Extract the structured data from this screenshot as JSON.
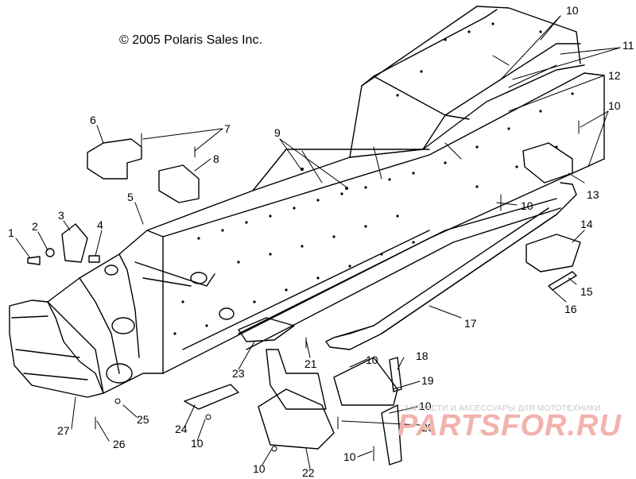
{
  "copyright": "© 2005 Polaris Sales Inc.",
  "watermark": {
    "tagline": "ЗАПЧАСТИ И АКСЕССУАРЫ ДЛЯ МОТОТЕХНИКИ",
    "logo": "PARTSFOR.RU"
  },
  "callouts": {
    "c1": "1",
    "c2": "2",
    "c3": "3",
    "c4": "4",
    "c5": "5",
    "c6": "6",
    "c7": "7",
    "c8": "8",
    "c9": "9",
    "c10a": "10",
    "c10b": "10",
    "c10c": "10",
    "c10d": "10",
    "c10e": "10",
    "c10f": "10",
    "c10g": "10",
    "c10h": "10",
    "c11": "11",
    "c12": "12",
    "c13": "13",
    "c14": "14",
    "c15": "15",
    "c16": "16",
    "c17": "17",
    "c18": "18",
    "c19": "19",
    "c20": "20",
    "c21": "21",
    "c22": "22",
    "c23": "23",
    "c24": "24",
    "c25": "25",
    "c26": "26",
    "c27": "27"
  }
}
